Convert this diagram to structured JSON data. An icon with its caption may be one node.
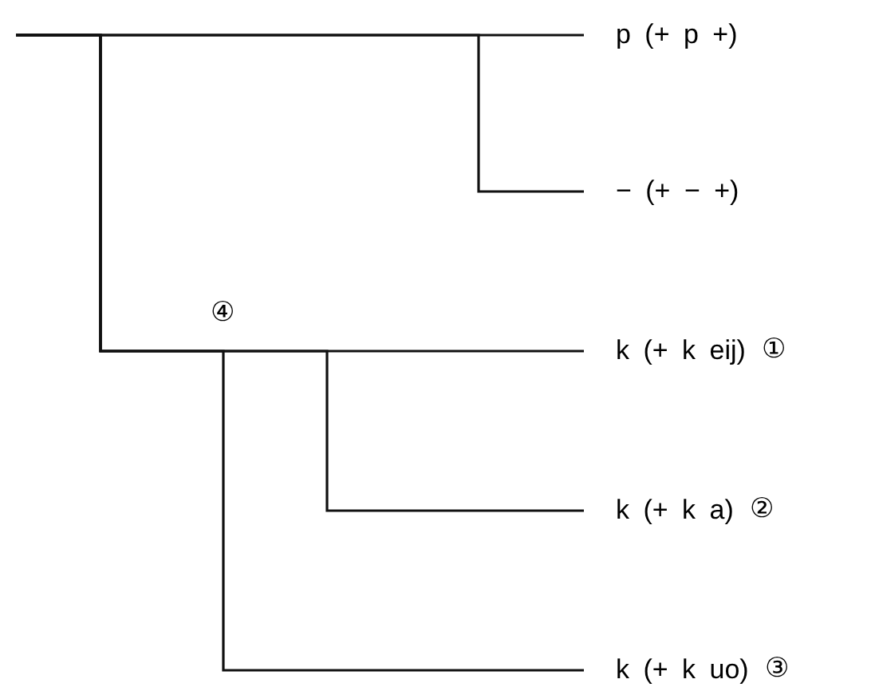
{
  "diagram": {
    "nodes": [
      {
        "text": [
          "p (+ p +)"
        ]
      },
      {
        "text": [
          "− (+ − +)"
        ]
      },
      {
        "text": [
          "k (+ k eij)"
        ],
        "beside": [
          "①"
        ]
      },
      {
        "text": [
          "k (+ k a)"
        ],
        "beside": [
          "②"
        ]
      },
      {
        "text": [
          "k (+ k uo)"
        ],
        "beside": [
          "③"
        ]
      }
    ],
    "edges": [
      {
        "from": null,
        "to": 0,
        "arrow": "none"
      },
      {
        "from": null,
        "to": 1,
        "arrow": "none"
      },
      {
        "from": null,
        "to": 2,
        "arrow": "none"
      },
      {
        "from": null,
        "to": 3,
        "arrow": "none"
      },
      {
        "from": null,
        "to": 4,
        "arrow": "none"
      }
    ],
    "labels": [
      "④"
    ]
  }
}
